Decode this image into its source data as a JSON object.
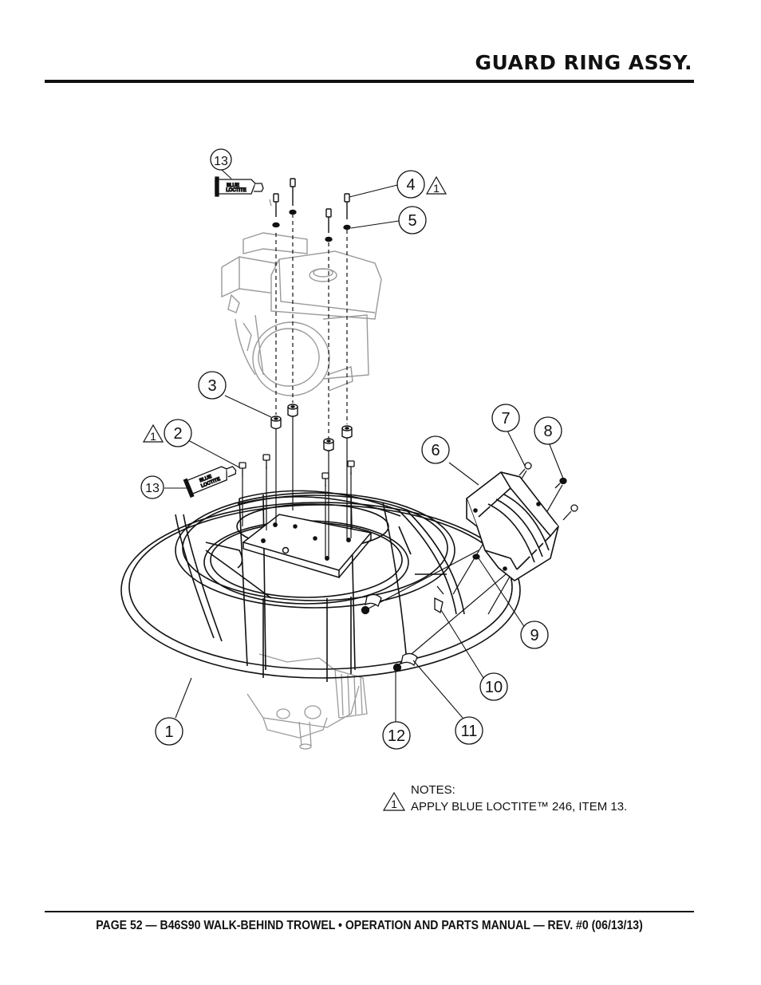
{
  "header": {
    "title": "GUARD RING ASSY."
  },
  "footer": {
    "text": "PAGE 52 — B46S90 WALK-BEHIND TROWEL • OPERATION AND PARTS MANUAL — REV. #0 (06/13/13)"
  },
  "callouts": {
    "c1": "1",
    "c2": "2",
    "c3": "3",
    "c4": "4",
    "c5": "5",
    "c6": "6",
    "c7": "7",
    "c8": "8",
    "c9": "9",
    "c10": "10",
    "c11": "11",
    "c12": "12",
    "c13_top": "13",
    "c13_left": "13"
  },
  "warning_marker": "1",
  "tube_label": {
    "line1": "BLUE",
    "line2": "LOCTITE"
  },
  "notes": {
    "heading": "NOTES:",
    "item1": "APPLY BLUE LOCTITE™ 246, ITEM 13."
  },
  "colors": {
    "ink": "#111111",
    "faint": "#9a9a9a",
    "page": "#ffffff"
  }
}
